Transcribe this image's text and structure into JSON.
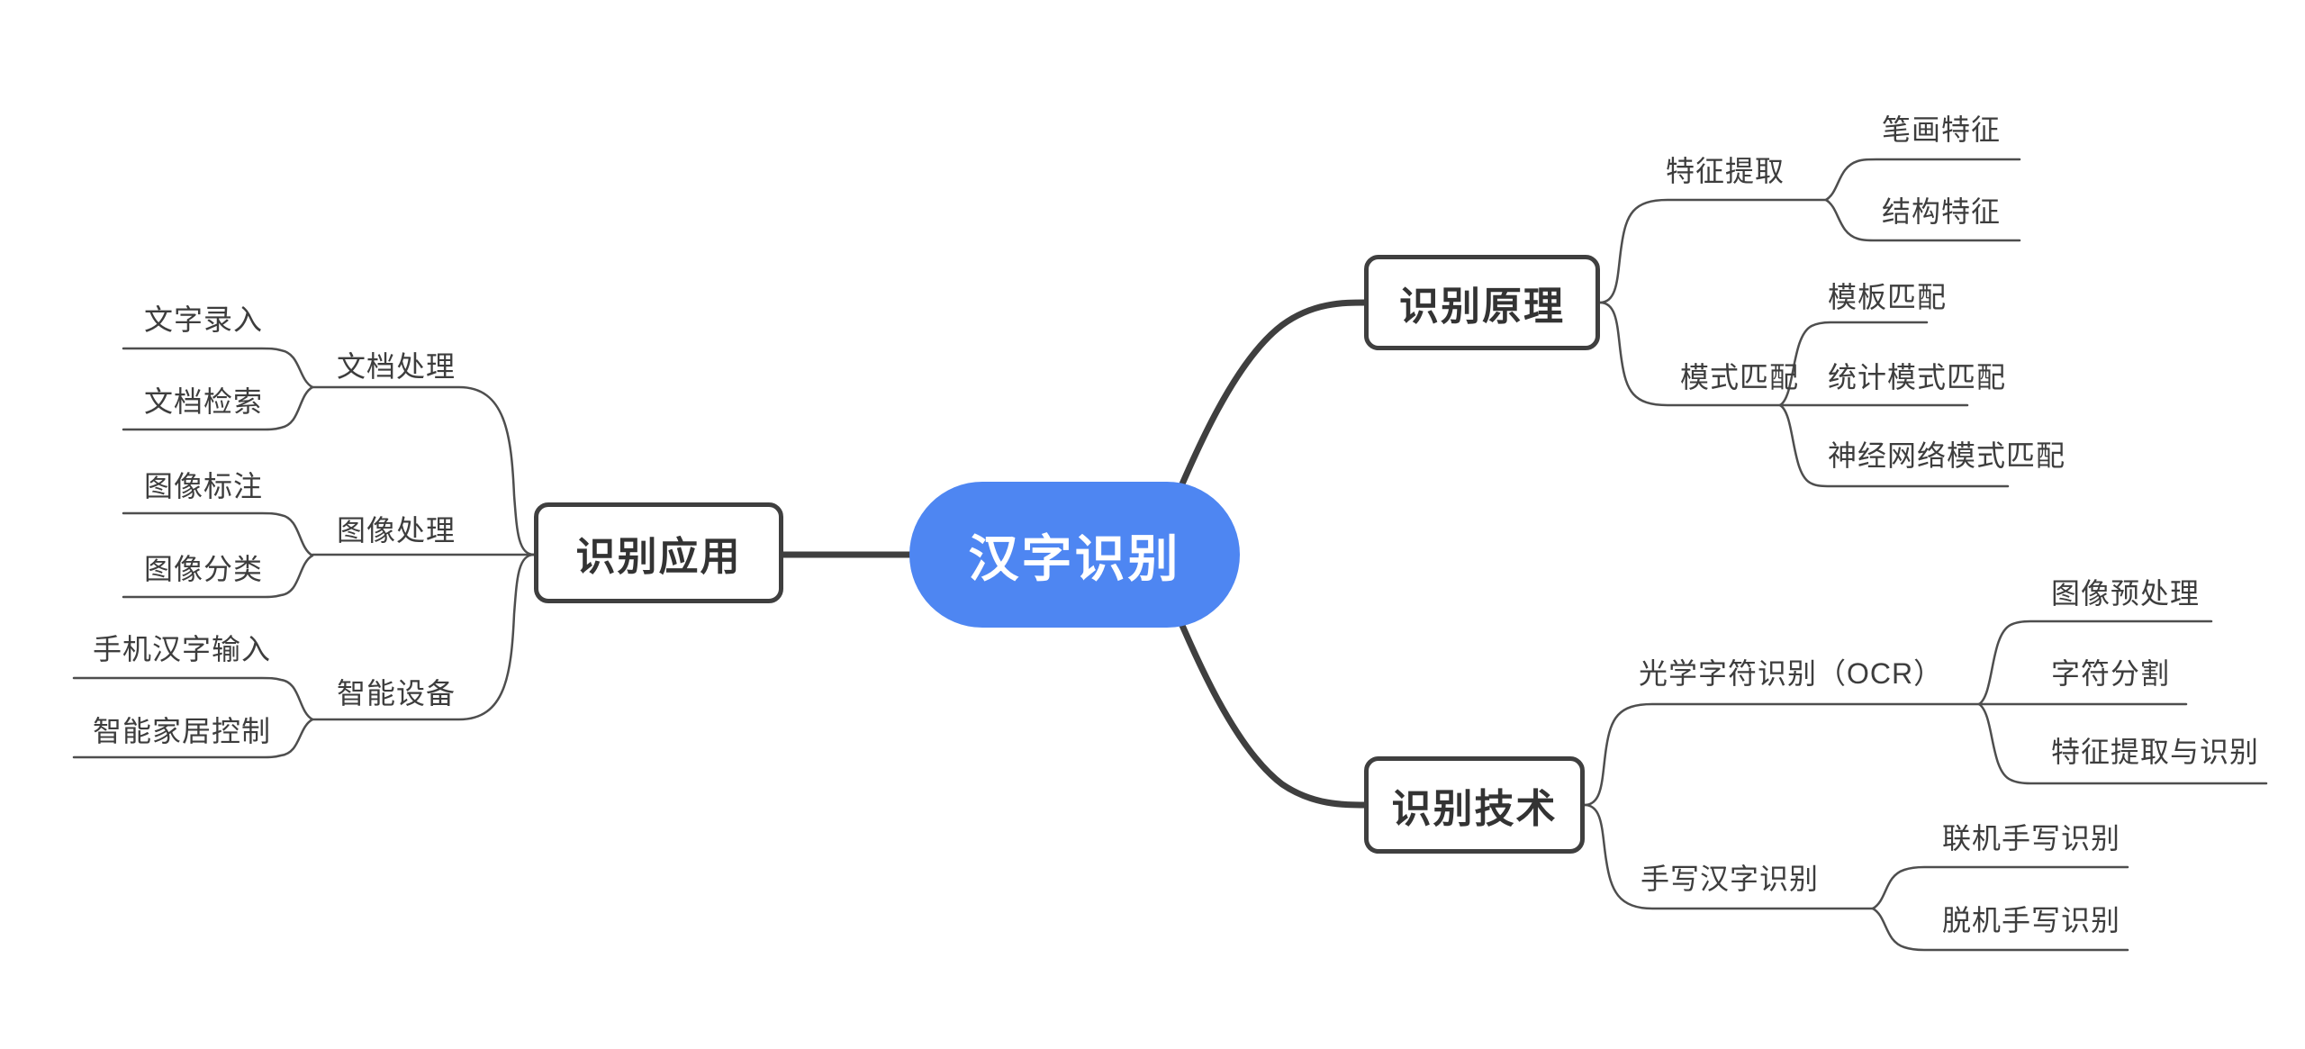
{
  "palette": {
    "root_fill": "#4e86f2",
    "root_text": "#ffffff",
    "node_border": "#3f3f3f",
    "node_text": "#333333",
    "label_text": "#3d3d3d",
    "line_thick": "#3f3f3f",
    "line_thin": "#4e4e4e"
  },
  "mindmap": {
    "root": {
      "label": "汉字识别"
    },
    "branches": [
      {
        "label": "识别应用",
        "side": "left",
        "children": [
          {
            "label": "文档处理",
            "children": [
              {
                "label": "文字录入"
              },
              {
                "label": "文档检索"
              }
            ]
          },
          {
            "label": "图像处理",
            "children": [
              {
                "label": "图像标注"
              },
              {
                "label": "图像分类"
              }
            ]
          },
          {
            "label": "智能设备",
            "children": [
              {
                "label": "手机汉字输入"
              },
              {
                "label": "智能家居控制"
              }
            ]
          }
        ]
      },
      {
        "label": "识别原理",
        "side": "right",
        "children": [
          {
            "label": "特征提取",
            "children": [
              {
                "label": "笔画特征"
              },
              {
                "label": "结构特征"
              }
            ]
          },
          {
            "label": "模式匹配",
            "children": [
              {
                "label": "模板匹配"
              },
              {
                "label": "统计模式匹配"
              },
              {
                "label": "神经网络模式匹配"
              }
            ]
          }
        ]
      },
      {
        "label": "识别技术",
        "side": "right",
        "children": [
          {
            "label": "光学字符识别（OCR）",
            "children": [
              {
                "label": "图像预处理"
              },
              {
                "label": "字符分割"
              },
              {
                "label": "特征提取与识别"
              }
            ]
          },
          {
            "label": "手写汉字识别",
            "children": [
              {
                "label": "联机手写识别"
              },
              {
                "label": "脱机手写识别"
              }
            ]
          }
        ]
      }
    ]
  }
}
